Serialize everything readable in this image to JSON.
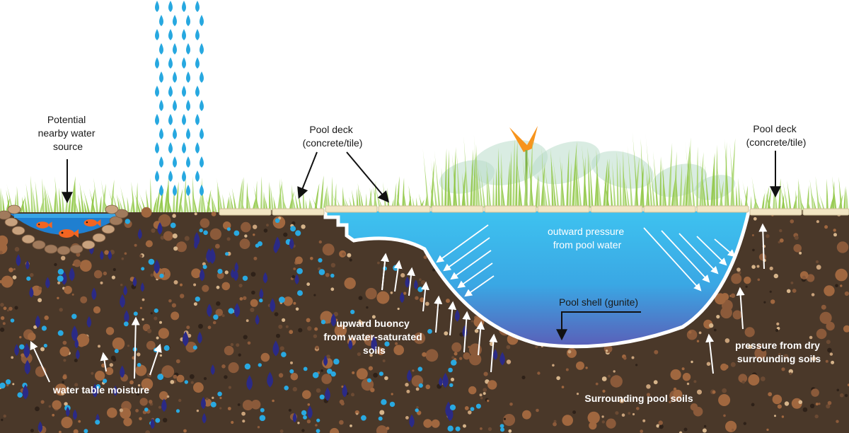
{
  "labels": {
    "water_source": [
      "Potential",
      "nearby water",
      "source"
    ],
    "pool_deck_left": [
      "Pool deck",
      "(concrete/tile)"
    ],
    "pool_deck_right": [
      "Pool deck",
      "(concrete/tile)"
    ],
    "outward_pressure": [
      "outward pressure",
      "from pool water"
    ],
    "pool_shell": "Pool shell (gunite)",
    "upward_buoyancy": [
      "upward buoncy",
      "from water-saturated",
      "soils"
    ],
    "dry_soil_pressure": [
      "pressure from dry",
      "surrounding soils"
    ],
    "water_table": "water table moisture",
    "surrounding_soils": "Surrounding pool soils"
  },
  "colors": {
    "soil": "#4a3829",
    "pool_water_top": "#3ec3f0",
    "pool_water_bottom": "#5a5fb8",
    "rain_drop": "#27a8e0",
    "water_table_drop": "#2b2a86",
    "moisture_dot": "#29a9e1",
    "deck_tile": "#f2e6c4",
    "grass": "#8dc63f",
    "fish": "#f26522"
  }
}
